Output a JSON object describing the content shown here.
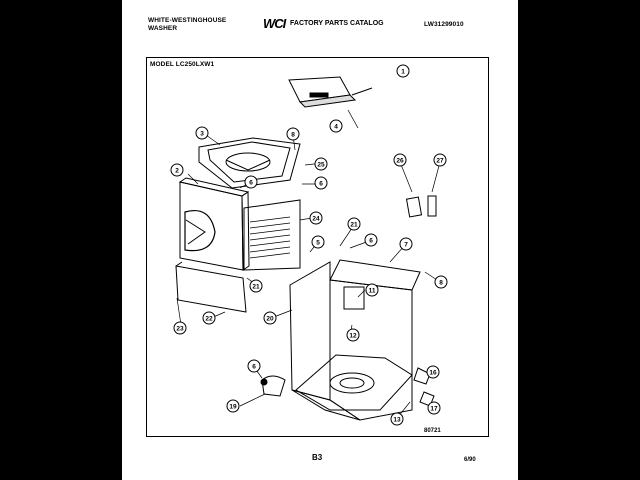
{
  "header": {
    "brand_line1": "WHITE-WESTINGHOUSE",
    "brand_line2": "WASHER",
    "logo": "WCI",
    "catalog_title": "FACTORY PARTS CATALOG",
    "catalog_number": "LW31299010",
    "model": "MODEL LC250LXW1"
  },
  "footer": {
    "page": "B3",
    "date": "6/90",
    "diagram_code": "80721"
  },
  "callouts": [
    "1",
    "2",
    "3",
    "4",
    "5",
    "6",
    "6",
    "6",
    "6",
    "7",
    "8",
    "8",
    "11",
    "12",
    "13",
    "16",
    "17",
    "19",
    "20",
    "21",
    "21",
    "22",
    "23",
    "24",
    "25",
    "26",
    "27"
  ]
}
